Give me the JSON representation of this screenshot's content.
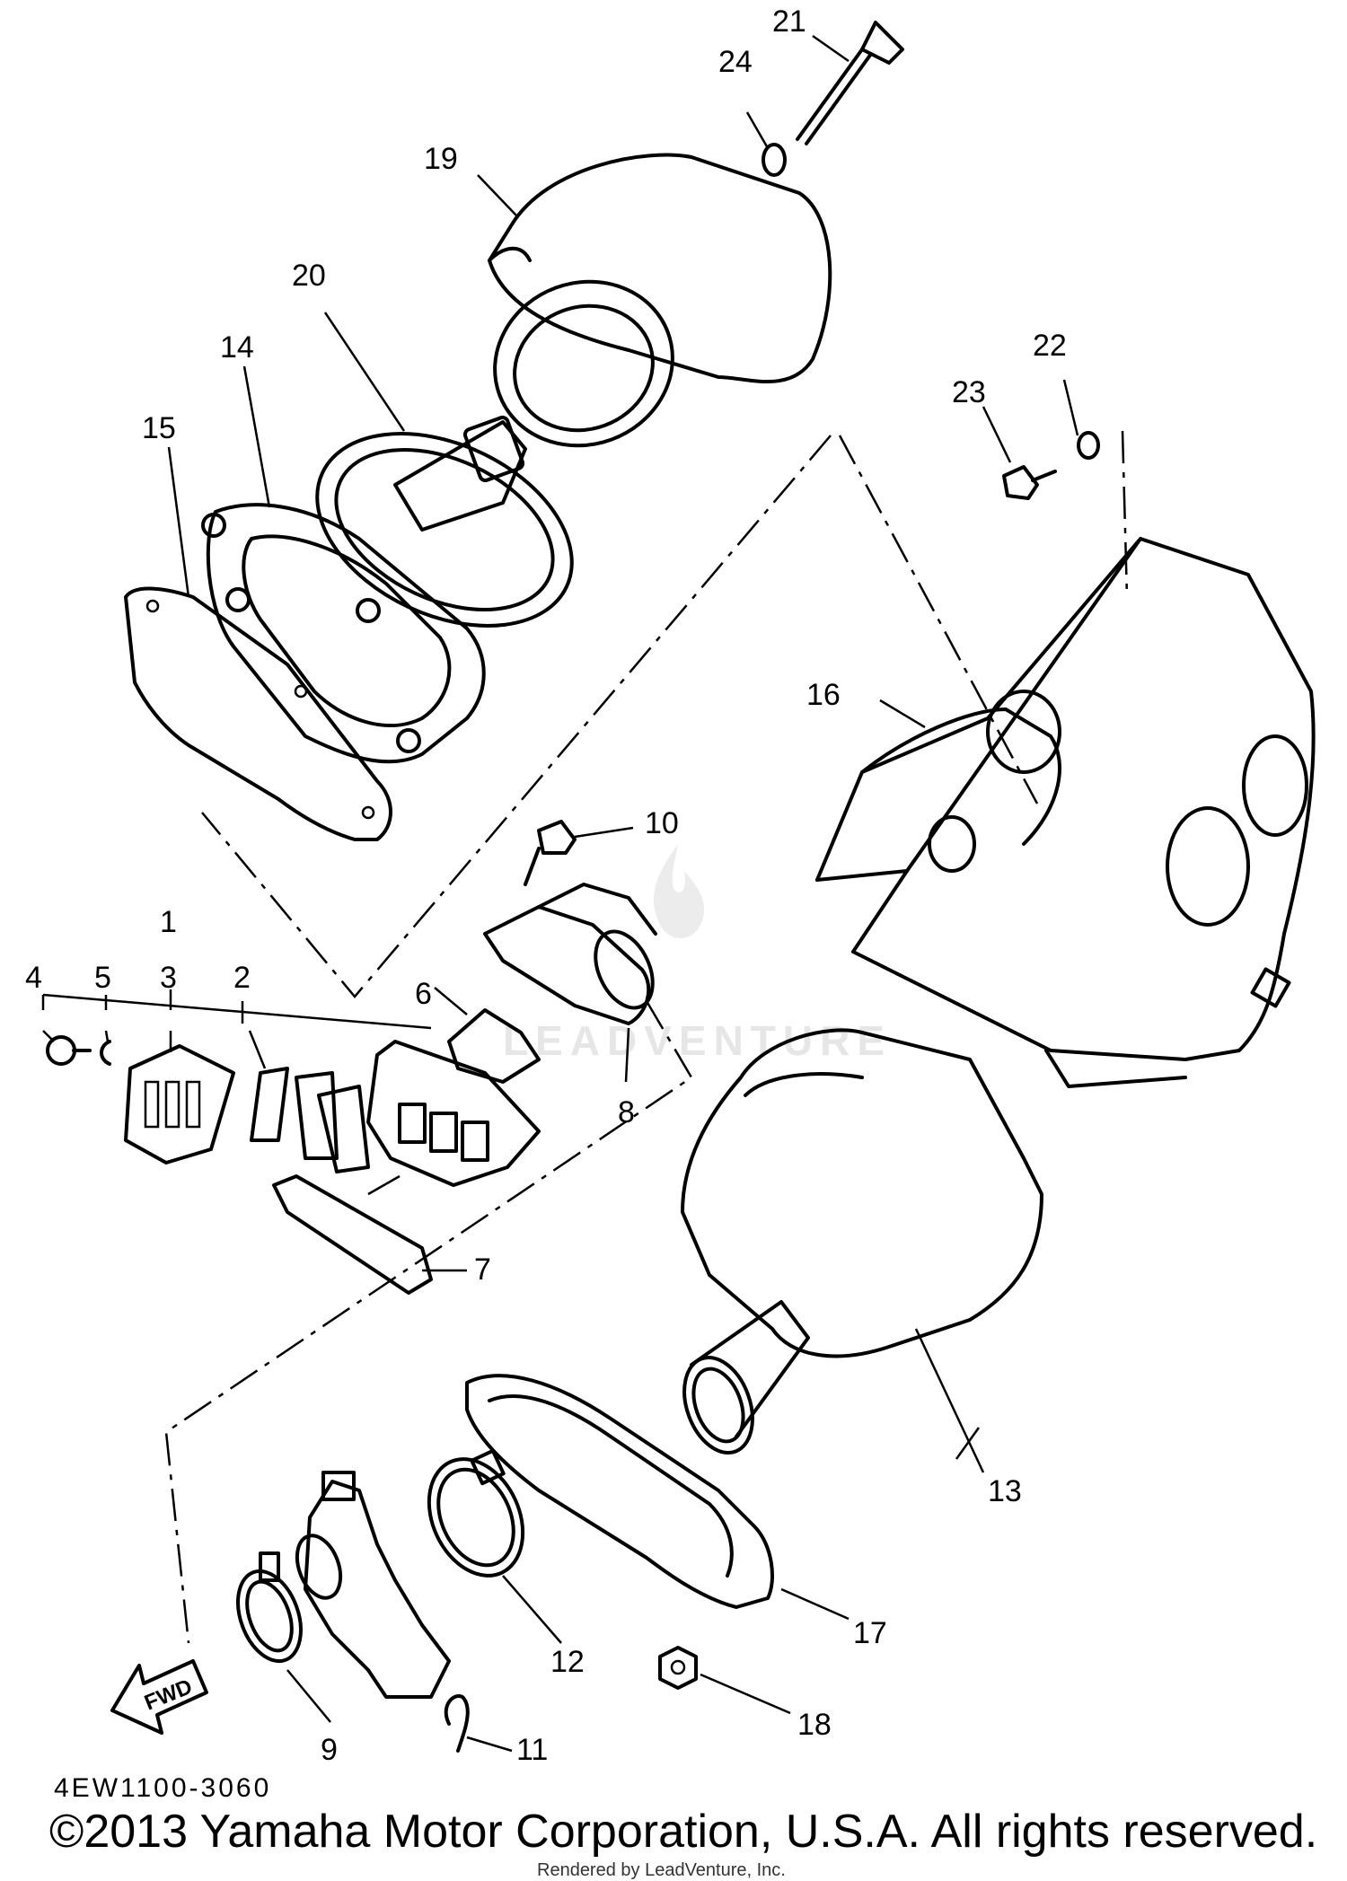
{
  "diagram_code": "4EW1100-3060",
  "copyright": "©2013 Yamaha Motor Corporation, U.S.A. All rights reserved.",
  "rendered_by": "Rendered by LeadVenture, Inc.",
  "watermark": "LEADVENTURE",
  "fwd_label": "FWD",
  "callouts": {
    "c1": "1",
    "c2": "2",
    "c3": "3",
    "c4": "4",
    "c5": "5",
    "c6": "6",
    "c7": "7",
    "c8": "8",
    "c9": "9",
    "c10": "10",
    "c11": "11",
    "c12": "12",
    "c13": "13",
    "c14": "14",
    "c15": "15",
    "c16": "16",
    "c17": "17",
    "c18": "18",
    "c19": "19",
    "c20": "20",
    "c21": "21",
    "c22": "22",
    "c23": "23",
    "c24": "24"
  }
}
